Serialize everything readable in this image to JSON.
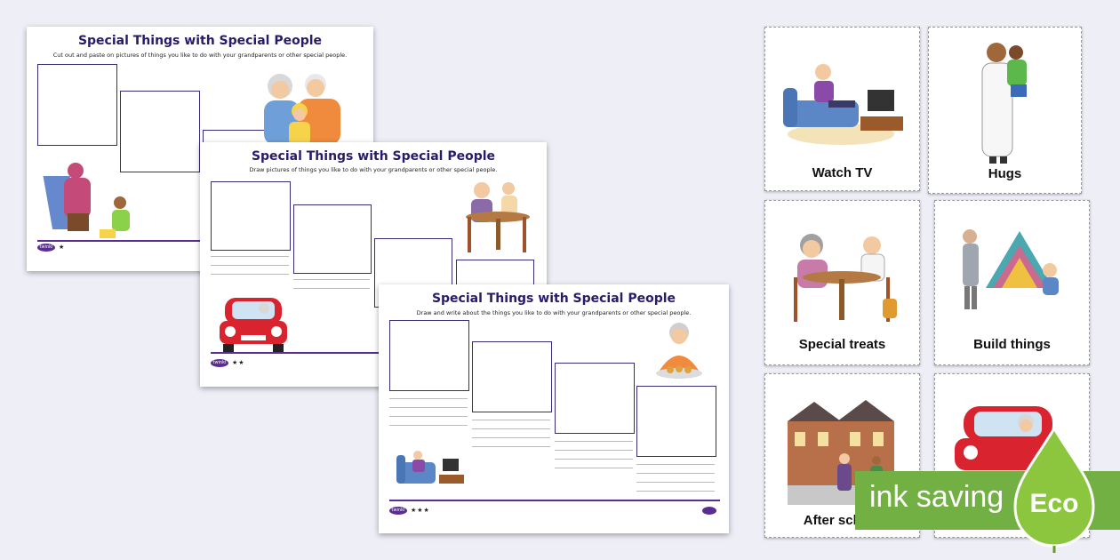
{
  "worksheets": [
    {
      "title": "Special Things with Special People",
      "instructions": "Cut out and paste on pictures of things you like to do with your grandparents or other special people.",
      "stars": "★"
    },
    {
      "title": "Special Things with Special People",
      "instructions": "Draw pictures of things you like to do with your grandparents or other special people.",
      "stars": "★★"
    },
    {
      "title": "Special Things with Special People",
      "instructions": "Draw and write about the things you like to do with your grandparents or other special people.",
      "stars": "★★★"
    }
  ],
  "logo_text": "twinkl",
  "cards": [
    {
      "label": "Watch TV"
    },
    {
      "label": "Hugs"
    },
    {
      "label": "Special treats"
    },
    {
      "label": "Build things"
    },
    {
      "label": "After school"
    },
    {
      "label": ""
    }
  ],
  "eco_badge": {
    "text": "ink saving",
    "leaf_text": "Eco"
  },
  "colors": {
    "background": "#eeeef7",
    "title_purple": "#2a1a6b",
    "accent_purple": "#5a2d91",
    "eco_green": "#72b043",
    "leaf_green": "#8cc63f"
  }
}
